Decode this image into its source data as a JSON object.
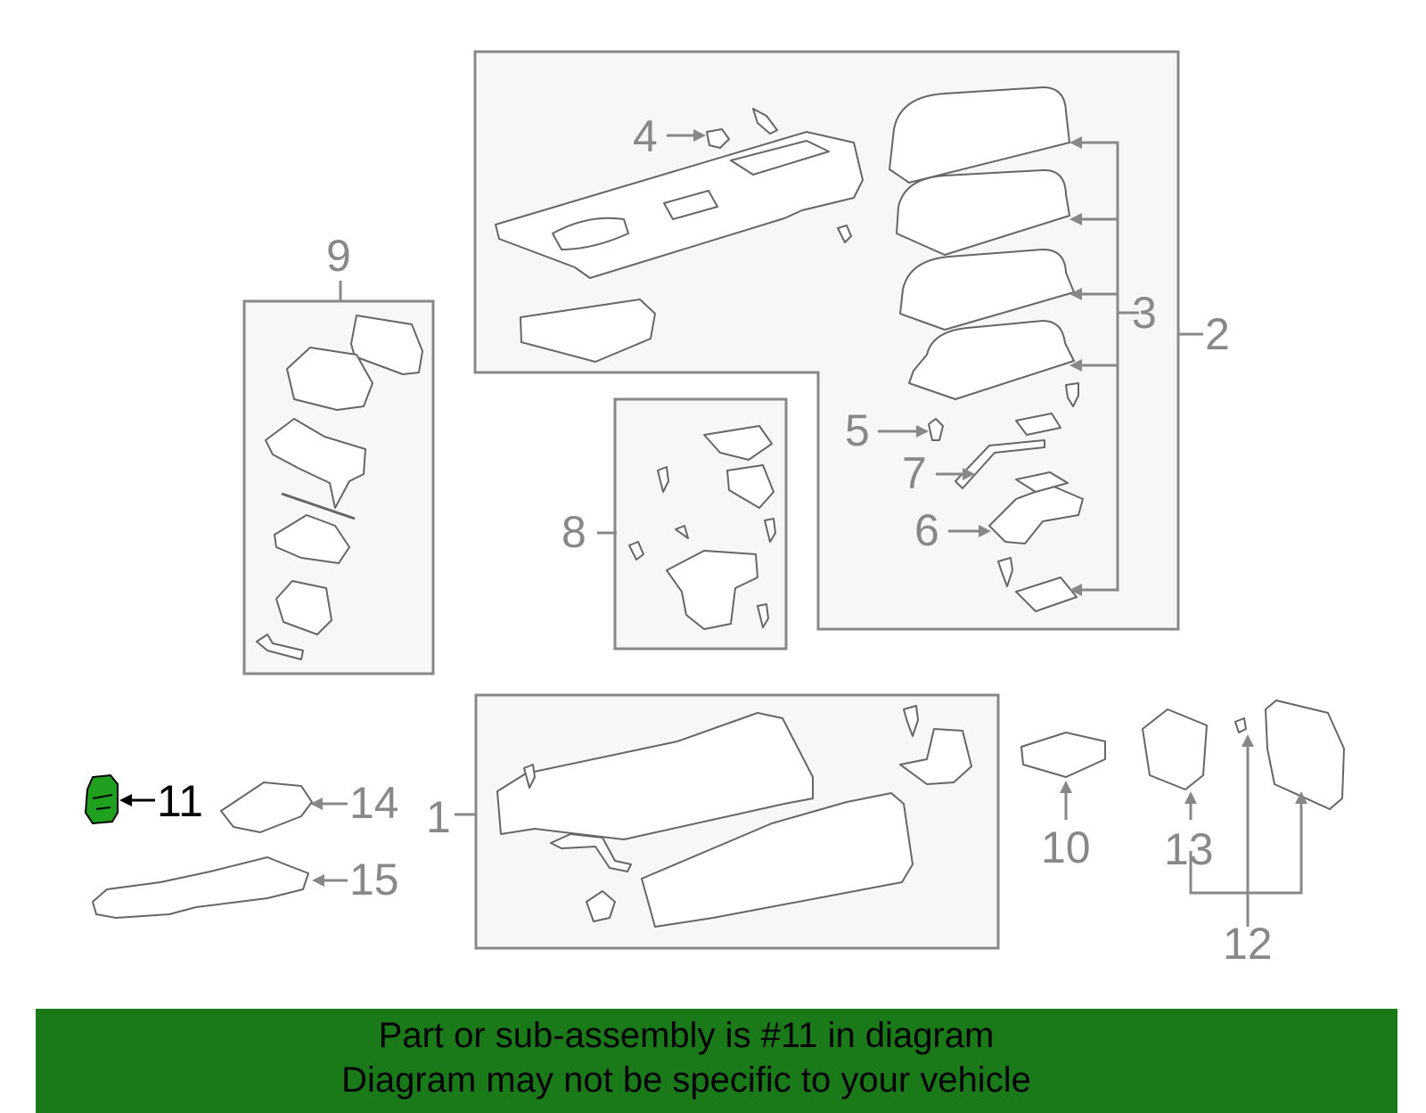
{
  "callouts": [
    "1",
    "2",
    "3",
    "4",
    "5",
    "6",
    "7",
    "8",
    "9",
    "10",
    "11",
    "12",
    "13",
    "14",
    "15"
  ],
  "highlighted_callout": "11",
  "colors": {
    "banner": "#1a7a1a",
    "highlight_part": "#1fa01f",
    "line": "#888888"
  },
  "banner": {
    "line1": "Part or sub-assembly is #11 in diagram",
    "line2": "Diagram may not be specific to your vehicle"
  }
}
